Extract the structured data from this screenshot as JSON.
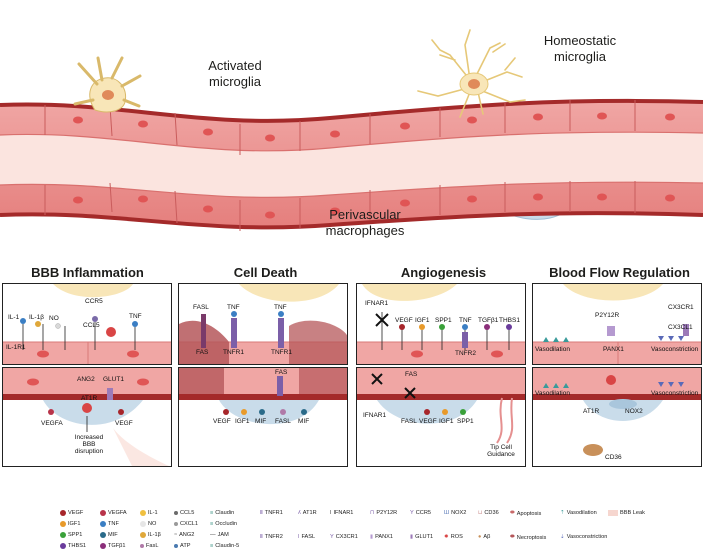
{
  "top": {
    "activated": "Activated\nmicroglia",
    "homeostatic": "Homeostatic\nmicroglia",
    "perivascular": "Perivascular\nmacrophages"
  },
  "sections": [
    {
      "title": "BBB Inflammation"
    },
    {
      "title": "Cell Death"
    },
    {
      "title": "Angiogenesis"
    },
    {
      "title": "Blood Flow Regulation"
    }
  ],
  "bbb": {
    "top_labels": [
      "IL-1",
      "IL-1β",
      "NO",
      "CCR5",
      "CCL5",
      "TNF",
      "IL-1R1"
    ],
    "bottom_labels": [
      "ANG2",
      "GLUT1",
      "AT1R",
      "VEGFA",
      "VEGF",
      "Increased\nBBB\ndisruption"
    ]
  },
  "celldeath": {
    "top_labels": [
      "FASL",
      "TNF",
      "TNF",
      "FAS",
      "TNFR1",
      "TNFR1"
    ],
    "bottom_labels": [
      "FAS",
      "VEGF",
      "IGF1",
      "MIF",
      "FASL",
      "MIF"
    ]
  },
  "angio": {
    "top_labels": [
      "IFNAR1",
      "VEGF",
      "IGF1",
      "SPP1",
      "TNF",
      "TGFβ1",
      "THBS1",
      "TNFR2"
    ],
    "bottom_labels": [
      "FAS",
      "IFNAR1",
      "FASL",
      "VEGF",
      "IGF1",
      "SPP1",
      "Tip Cell\nGuidance"
    ]
  },
  "flow": {
    "top_labels": [
      "P2Y12R",
      "CX3CR1",
      "CX3CL1",
      "PANX1",
      "Vasodilation",
      "Vasoconstriction"
    ],
    "bottom_labels": [
      "Vasodilation",
      "Vasoconstriction",
      "AT1R",
      "NOX2",
      "CD36"
    ]
  },
  "legend": {
    "col1": [
      "VEGF",
      "IGF1",
      "SPP1",
      "THBS1"
    ],
    "col2": [
      "VEGFA",
      "TNF",
      "MIF",
      "TGFβ1"
    ],
    "col3": [
      "IL-1",
      "NO",
      "IL-1β",
      "FasL"
    ],
    "col4": [
      "CCL5",
      "CXCL1",
      "ANG2",
      "ATP"
    ],
    "col5": [
      "Claudin",
      "Occludin",
      "JAM",
      "Claudin-5"
    ],
    "col6": [
      "TNFR1",
      "TNFR2"
    ],
    "col7": [
      "AT1R",
      "FASL"
    ],
    "col8": [
      "IFNAR1",
      "CX3CR1"
    ],
    "col9": [
      "P2Y12R",
      "PANX1"
    ],
    "col10": [
      "CCR5",
      "GLUT1"
    ],
    "col11": [
      "NOX2",
      "ROS"
    ],
    "col12": [
      "CD36",
      "Aβ"
    ],
    "col13": [
      "Apoptosis",
      "Necroptosis"
    ],
    "col14": [
      "Vasodilation",
      "Vasoconstriction"
    ],
    "col15": [
      "BBB Leak"
    ],
    "colors": {
      "VEGF": "#a7262b",
      "IGF1": "#e89a2a",
      "SPP1": "#3aa13a",
      "THBS1": "#6a3c9c",
      "VEGFA": "#b8344a",
      "TNF": "#3b7fc4",
      "MIF": "#2a6b8a",
      "TGFb1": "#8b2f7a",
      "IL-1": "#f0c040",
      "NO": "#d9d9d9",
      "IL-1b": "#e0a83a",
      "FasL": "#b07aa8",
      "CCL5": "#6b6b6b",
      "CXCL1": "#9a9a9a",
      "ANG2": "#8a8a8a",
      "ATP": "#4a7ab0"
    }
  }
}
